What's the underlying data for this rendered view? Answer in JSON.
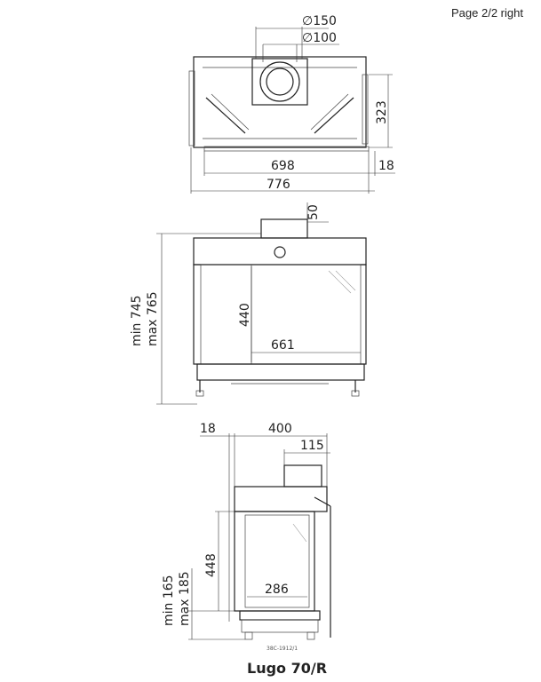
{
  "page_label": "Page 2/2 right",
  "title": "Lugo 70/R",
  "drawing_code": "38C-1912/1",
  "top_view": {
    "dia_outer": "∅150",
    "dia_inner": "∅100",
    "depth": "323",
    "inner_width": "698",
    "offset": "18",
    "total_width": "776"
  },
  "front_view": {
    "flue_height": "50",
    "glass_height": "440",
    "glass_width": "661",
    "height_min": "min 745",
    "height_max": "max 765"
  },
  "side_view": {
    "offset": "18",
    "depth": "400",
    "flue_offset": "115",
    "glass_height": "448",
    "glass_width": "286",
    "base_min": "min 165",
    "base_max": "max 185"
  }
}
